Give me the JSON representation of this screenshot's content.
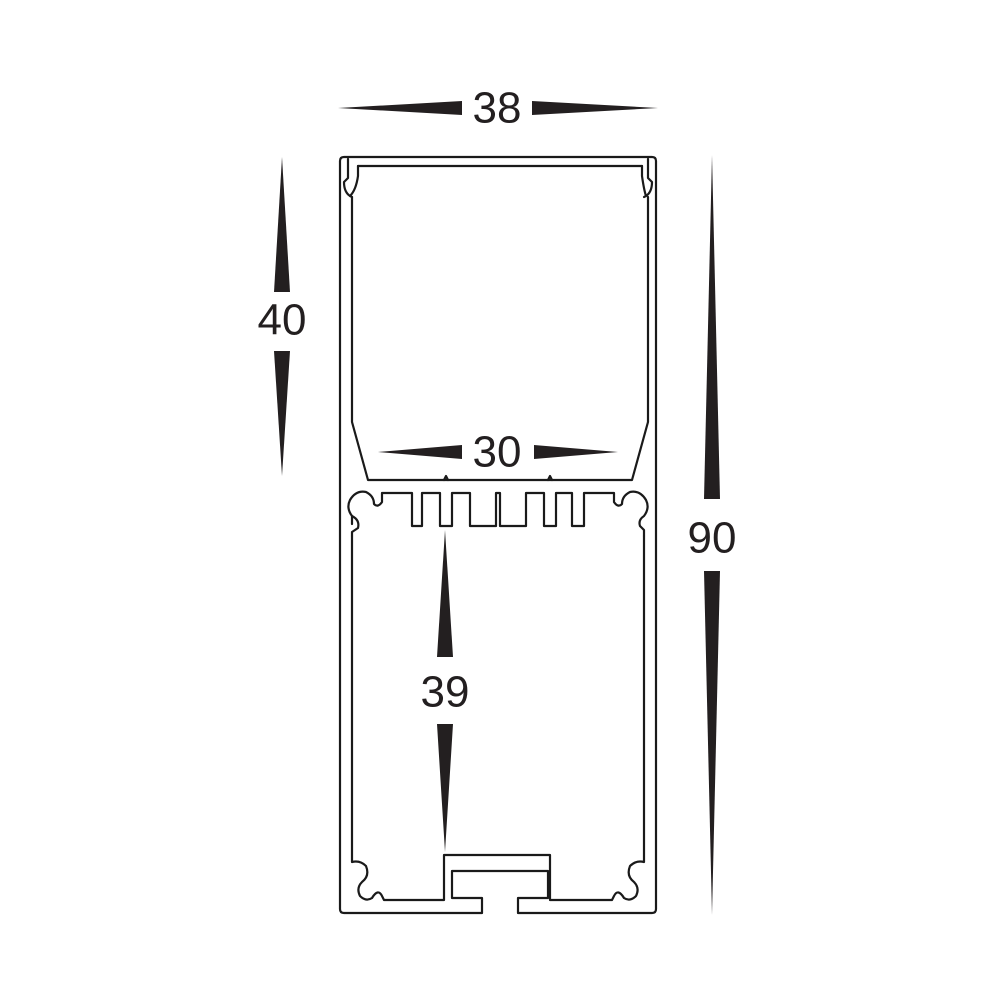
{
  "diagram": {
    "type": "aluminium-profile-cross-section",
    "units": "mm",
    "colors": {
      "line": "#1a1a1a",
      "arrow": "#231f20",
      "background": "#ffffff"
    },
    "dimensions": {
      "overall_width": {
        "label": "38",
        "orientation": "horizontal",
        "position": "top"
      },
      "upper_channel_height": {
        "label": "40",
        "orientation": "vertical",
        "position": "left"
      },
      "inner_width": {
        "label": "30",
        "orientation": "horizontal",
        "position": "upper-channel-bottom"
      },
      "lower_channel_height": {
        "label": "39",
        "orientation": "vertical",
        "position": "lower-channel"
      },
      "overall_height": {
        "label": "90",
        "orientation": "vertical",
        "position": "right"
      }
    },
    "features": [
      "outer-rectangular-frame",
      "upper-channel-with-diffuser-clips",
      "heatsink-fins",
      "screw-grooves",
      "lower-channel",
      "t-slot-mounting-rail"
    ]
  }
}
